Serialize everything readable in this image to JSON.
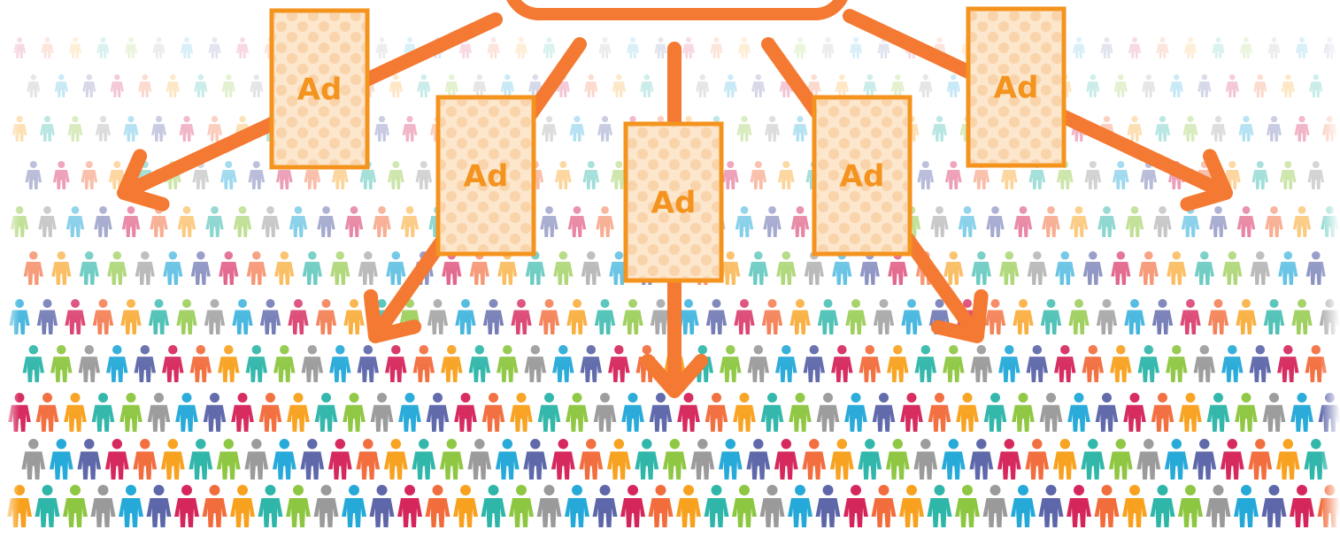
{
  "colors": {
    "accent": "#F47932",
    "ad_fill": "#FCE6CC",
    "ad_dots": "#F8CB9C",
    "ad_border": "#F4931E",
    "ad_text": "#F4931E",
    "people_palette": [
      "#F8A01C",
      "#2CB5A8",
      "#8CC63F",
      "#999999",
      "#22A8D8",
      "#5B65A8",
      "#D5245A",
      "#F26B3A"
    ]
  },
  "source": {
    "shape": "rounded-rectangle",
    "color": "#F47932"
  },
  "ads": [
    {
      "label": "Ad"
    },
    {
      "label": "Ad"
    },
    {
      "label": "Ad"
    },
    {
      "label": "Ad"
    },
    {
      "label": "Ad"
    }
  ],
  "arrows": [
    {
      "direction": "down-left"
    },
    {
      "direction": "down-left"
    },
    {
      "direction": "down"
    },
    {
      "direction": "down-right"
    },
    {
      "direction": "down-right"
    }
  ],
  "crowd": {
    "icon": "person-icon",
    "fade": "top-to-bottom"
  }
}
